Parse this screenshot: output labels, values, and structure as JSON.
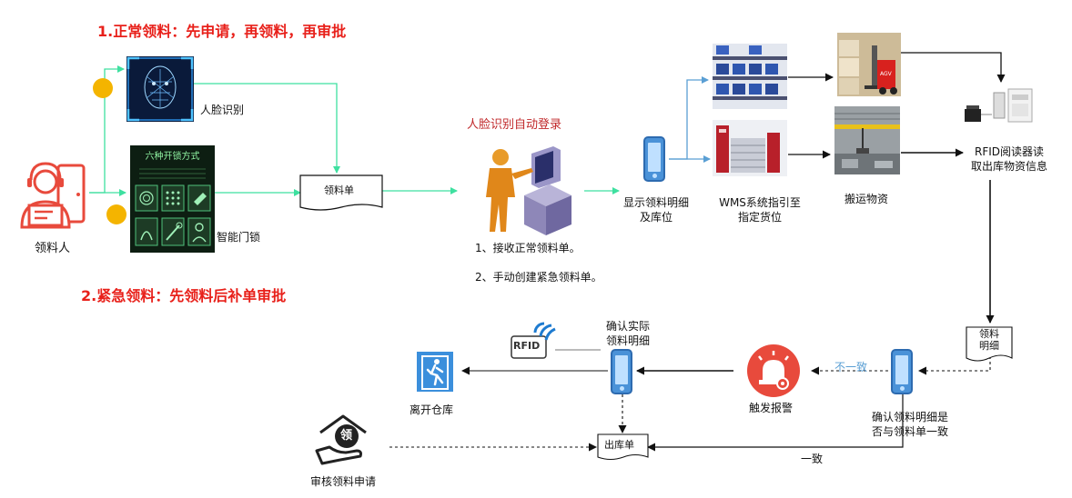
{
  "titles": {
    "normal_flow": "1.正常领料：先申请，再领料，再审批",
    "emergency_flow": "2.紧急领料：先领料后补单审批"
  },
  "nodes": {
    "requester": "领料人",
    "face_recognition": "人脸识别",
    "smart_lock": "智能门锁",
    "lock_screen_title": "六种开锁方式",
    "requisition_form": "领料单",
    "auto_login": "人脸识别自动登录",
    "receive_normal": "1、接收正常领料单。",
    "create_emergency": "2、手动创建紧急领料单。",
    "show_details_line1": "显示领料明细",
    "show_details_line2": "及库位",
    "wms_line1": "WMS系统指引至",
    "wms_line2": "指定货位",
    "carry_goods": "搬运物资",
    "forklift_label": "AGV",
    "rfid_read_line1": "RFID阅读器读",
    "rfid_read_line2": "取出库物资信息",
    "detail_doc_line1": "领料",
    "detail_doc_line2": "明细",
    "confirm_match_line1": "确认领料明细是",
    "confirm_match_line2": "否与领料单一致",
    "mismatch": "不一致",
    "match": "一致",
    "alarm": "触发报警",
    "confirm_actual_line1": "确认实际",
    "confirm_actual_line2": "领料明细",
    "rfid_tag": "RFID",
    "outbound_form": "出库单",
    "leave_warehouse": "离开仓库",
    "review_request": "审核领料申请",
    "review_icon_char": "领"
  },
  "colors": {
    "title_red": "#e8201a",
    "arrow_green": "#3ee0a0",
    "arrow_blue": "#5a9fd4",
    "arrow_black": "#111111",
    "phone_blue": "#4a92d8",
    "alarm_red": "#e84a3c",
    "exit_blue": "#3b8fdc"
  }
}
